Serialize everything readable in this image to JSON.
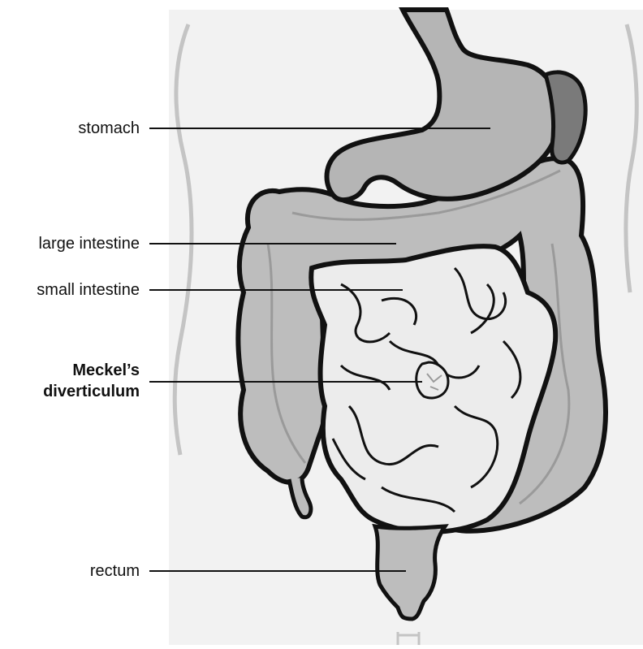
{
  "labels": {
    "stomach": "stomach",
    "large_intestine": "large intestine",
    "small_intestine": "small intestine",
    "meckels_line1": "Meckel’s",
    "meckels_line2": "diverticulum",
    "rectum": "rectum"
  },
  "colors": {
    "body_background": "#f2f2f2",
    "outline": "#111111",
    "large_intestine_fill": "#bdbdbd",
    "stomach_fill": "#b5b5b5",
    "spleen_fill": "#7a7a7a",
    "small_intestine_fill": "#ececec",
    "rectum_fill": "#bdbdbd"
  }
}
